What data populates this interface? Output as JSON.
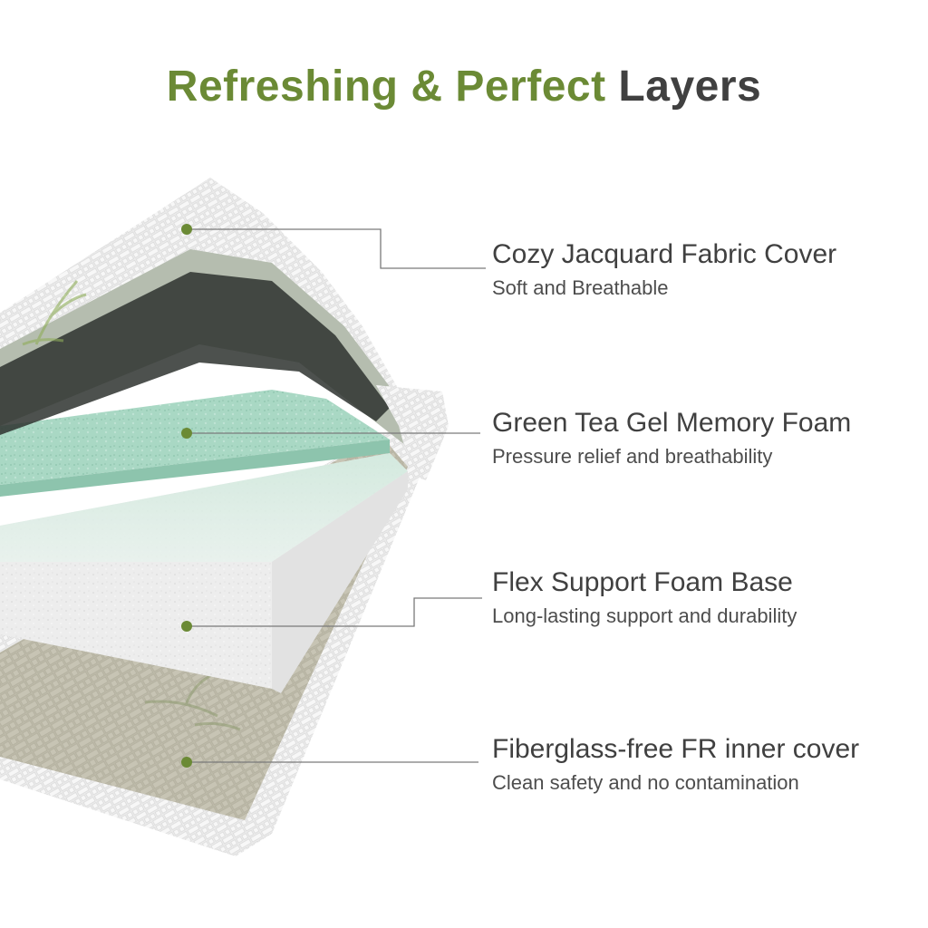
{
  "title": {
    "green_part": "Refreshing & Perfect",
    "dark_part": "Layers"
  },
  "layers": [
    {
      "title": "Cozy Jacquard Fabric Cover",
      "subtitle": "Soft and Breathable"
    },
    {
      "title": "Green Tea Gel Memory Foam",
      "subtitle": "Pressure relief and breathability"
    },
    {
      "title": "Flex Support Foam Base",
      "subtitle": "Long-lasting support and durability"
    },
    {
      "title": "Fiberglass-free FR inner cover",
      "subtitle": "Clean safety and no contamination"
    }
  ],
  "colors": {
    "accent_green": "#6b8a35",
    "heading_dark": "#404040",
    "gel_foam": "#a9d8c4",
    "fabric": "#e9e9e9",
    "inner_cover": "#b9b6a6"
  }
}
